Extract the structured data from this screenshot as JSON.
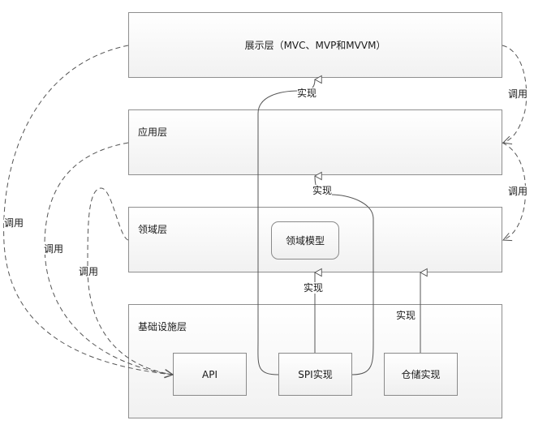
{
  "layers": {
    "presentation": "展示层（MVC、MVP和MVVM）",
    "application": "应用层",
    "domain": "领域层",
    "infrastructure": "基础设施层"
  },
  "boxes": {
    "domain_model": "领域模型",
    "api": "API",
    "spi_impl": "SPI实现",
    "repo_impl": "仓储实现"
  },
  "labels": {
    "implements": "实现",
    "calls": "调用"
  }
}
